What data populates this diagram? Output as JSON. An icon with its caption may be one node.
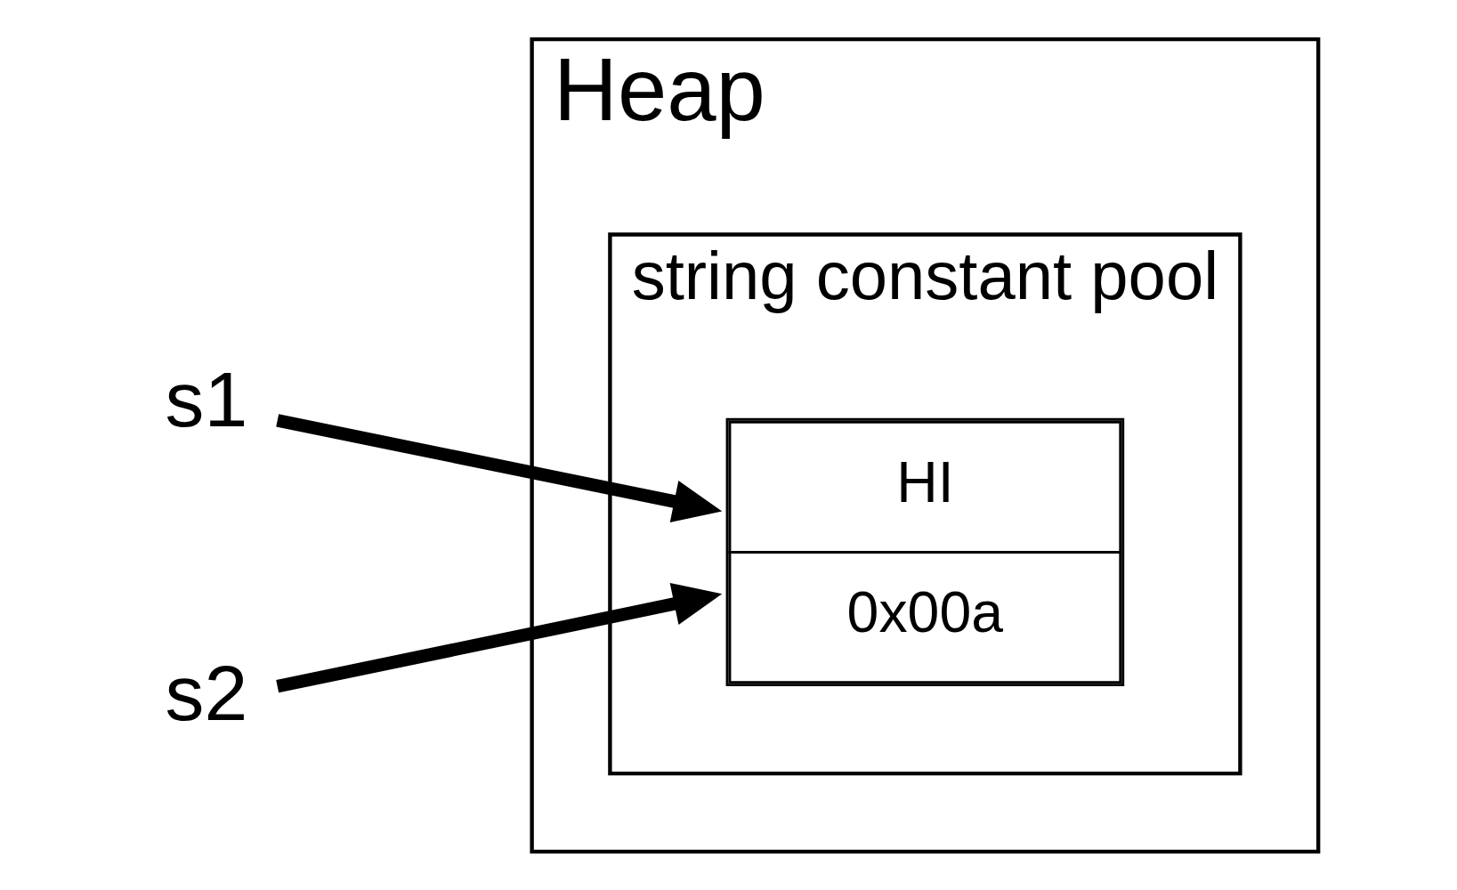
{
  "diagram": {
    "nodes": [
      {
        "text": [
          "Heap"
        ]
      },
      {
        "text": [
          "string constant pool"
        ],
        "in": 0
      },
      {
        "text": [
          "HI",
          "0x00a"
        ],
        "in": 1
      },
      {
        "text": [
          "s1"
        ]
      },
      {
        "text": [
          "s2"
        ]
      }
    ],
    "edges": [
      {
        "from": 3,
        "to": 2,
        "arrow": "to"
      },
      {
        "from": 4,
        "to": 2,
        "arrow": "to"
      }
    ]
  }
}
